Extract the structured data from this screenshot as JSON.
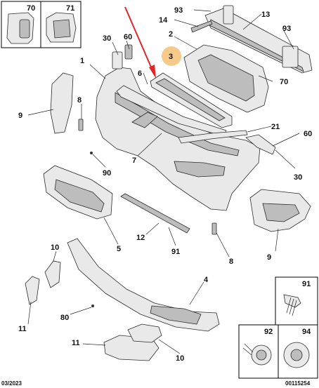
{
  "diagram": {
    "callouts": {
      "c70": "70",
      "c71": "71",
      "c93a": "93",
      "c14": "14",
      "c13": "13",
      "c93b": "93",
      "c30a": "30",
      "c60a": "60",
      "c2": "2",
      "c3": "3",
      "c70b": "70",
      "c1": "1",
      "c6": "6",
      "c8a": "8",
      "c9a": "9",
      "c21": "21",
      "c60b": "60",
      "c7": "7",
      "c90": "90",
      "c30b": "30",
      "c12": "12",
      "c5": "5",
      "c91a": "91",
      "c8b": "8",
      "c9b": "9",
      "c10a": "10",
      "c4": "4",
      "c80": "80",
      "c11a": "11",
      "c11b": "11",
      "c10b": "10",
      "c91b": "91",
      "c92": "92",
      "c94": "94"
    },
    "highlight_color": "#f5c98a",
    "arrow_color": "#e0262b"
  },
  "footer": {
    "date": "03/2023",
    "ref": "00115254"
  }
}
